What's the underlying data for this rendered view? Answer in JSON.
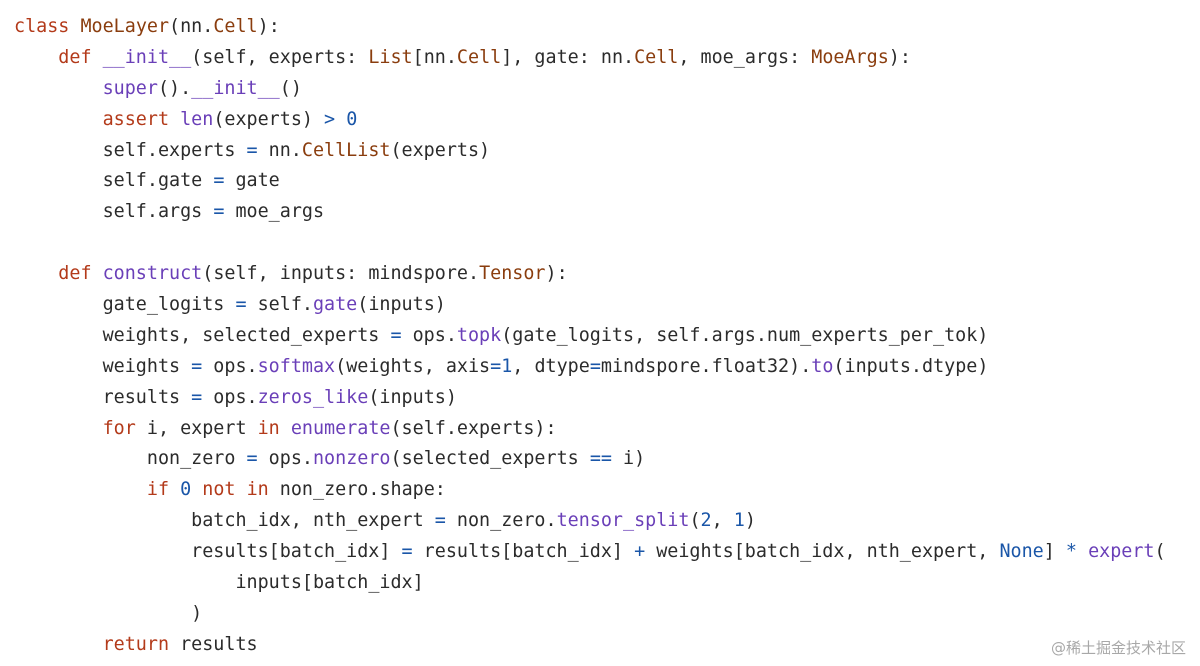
{
  "palette": {
    "default": "#2b2b2b",
    "keyword": "#b33a1a",
    "function": "#6a3fb8",
    "type": "#8a3d0e",
    "number": "#1a56a8",
    "operator": "#1a56a8"
  },
  "code": {
    "lines": [
      {
        "indent": 0,
        "tokens": [
          [
            "class",
            "keyword"
          ],
          [
            " ",
            ""
          ],
          [
            "MoeLayer",
            "type"
          ],
          [
            "(nn.",
            ""
          ],
          [
            "Cell",
            "type"
          ],
          [
            "):",
            ""
          ]
        ]
      },
      {
        "indent": 4,
        "tokens": [
          [
            "def",
            "keyword"
          ],
          [
            " ",
            ""
          ],
          [
            "__init__",
            "function"
          ],
          [
            "(self, experts: ",
            ""
          ],
          [
            "List",
            "type"
          ],
          [
            "[nn.",
            ""
          ],
          [
            "Cell",
            "type"
          ],
          [
            "], gate: nn.",
            ""
          ],
          [
            "Cell",
            "type"
          ],
          [
            ", moe_args: ",
            ""
          ],
          [
            "MoeArgs",
            "type"
          ],
          [
            "):",
            ""
          ]
        ]
      },
      {
        "indent": 8,
        "tokens": [
          [
            "super",
            "function"
          ],
          [
            "().",
            ""
          ],
          [
            "__init__",
            "function"
          ],
          [
            "()",
            ""
          ]
        ]
      },
      {
        "indent": 8,
        "tokens": [
          [
            "assert",
            "keyword"
          ],
          [
            " ",
            ""
          ],
          [
            "len",
            "function"
          ],
          [
            "(experts) ",
            ""
          ],
          [
            ">",
            "operator"
          ],
          [
            " ",
            ""
          ],
          [
            "0",
            "number"
          ]
        ]
      },
      {
        "indent": 8,
        "tokens": [
          [
            "self.experts ",
            ""
          ],
          [
            "=",
            "operator"
          ],
          [
            " nn.",
            ""
          ],
          [
            "CellList",
            "type"
          ],
          [
            "(experts)",
            ""
          ]
        ]
      },
      {
        "indent": 8,
        "tokens": [
          [
            "self.gate ",
            ""
          ],
          [
            "=",
            "operator"
          ],
          [
            " gate",
            ""
          ]
        ]
      },
      {
        "indent": 8,
        "tokens": [
          [
            "self.args ",
            ""
          ],
          [
            "=",
            "operator"
          ],
          [
            " moe_args",
            ""
          ]
        ]
      },
      {
        "indent": 0,
        "tokens": []
      },
      {
        "indent": 4,
        "tokens": [
          [
            "def",
            "keyword"
          ],
          [
            " ",
            ""
          ],
          [
            "construct",
            "function"
          ],
          [
            "(self, inputs: mindspore.",
            ""
          ],
          [
            "Tensor",
            "type"
          ],
          [
            "):",
            ""
          ]
        ]
      },
      {
        "indent": 8,
        "tokens": [
          [
            "gate_logits ",
            ""
          ],
          [
            "=",
            "operator"
          ],
          [
            " self.",
            ""
          ],
          [
            "gate",
            "function"
          ],
          [
            "(inputs)",
            ""
          ]
        ]
      },
      {
        "indent": 8,
        "tokens": [
          [
            "weights, selected_experts ",
            ""
          ],
          [
            "=",
            "operator"
          ],
          [
            " ops.",
            ""
          ],
          [
            "topk",
            "function"
          ],
          [
            "(gate_logits, self.args.num_experts_per_tok)",
            ""
          ]
        ]
      },
      {
        "indent": 8,
        "tokens": [
          [
            "weights ",
            ""
          ],
          [
            "=",
            "operator"
          ],
          [
            " ops.",
            ""
          ],
          [
            "softmax",
            "function"
          ],
          [
            "(weights, axis",
            ""
          ],
          [
            "=",
            "operator"
          ],
          [
            "1",
            "number"
          ],
          [
            ", dtype",
            ""
          ],
          [
            "=",
            "operator"
          ],
          [
            "mindspore.float32).",
            ""
          ],
          [
            "to",
            "function"
          ],
          [
            "(inputs.dtype)",
            ""
          ]
        ]
      },
      {
        "indent": 8,
        "tokens": [
          [
            "results ",
            ""
          ],
          [
            "=",
            "operator"
          ],
          [
            " ops.",
            ""
          ],
          [
            "zeros_like",
            "function"
          ],
          [
            "(inputs)",
            ""
          ]
        ]
      },
      {
        "indent": 8,
        "tokens": [
          [
            "for",
            "keyword"
          ],
          [
            " i, expert ",
            ""
          ],
          [
            "in",
            "keyword"
          ],
          [
            " ",
            ""
          ],
          [
            "enumerate",
            "function"
          ],
          [
            "(self.experts):",
            ""
          ]
        ]
      },
      {
        "indent": 12,
        "tokens": [
          [
            "non_zero ",
            ""
          ],
          [
            "=",
            "operator"
          ],
          [
            " ops.",
            ""
          ],
          [
            "nonzero",
            "function"
          ],
          [
            "(selected_experts ",
            ""
          ],
          [
            "==",
            "operator"
          ],
          [
            " i)",
            ""
          ]
        ]
      },
      {
        "indent": 12,
        "tokens": [
          [
            "if",
            "keyword"
          ],
          [
            " ",
            ""
          ],
          [
            "0",
            "number"
          ],
          [
            " ",
            ""
          ],
          [
            "not",
            "keyword"
          ],
          [
            " ",
            ""
          ],
          [
            "in",
            "keyword"
          ],
          [
            " non_zero.shape:",
            ""
          ]
        ]
      },
      {
        "indent": 16,
        "tokens": [
          [
            "batch_idx, nth_expert ",
            ""
          ],
          [
            "=",
            "operator"
          ],
          [
            " non_zero.",
            ""
          ],
          [
            "tensor_split",
            "function"
          ],
          [
            "(",
            ""
          ],
          [
            "2",
            "number"
          ],
          [
            ", ",
            ""
          ],
          [
            "1",
            "number"
          ],
          [
            ")",
            ""
          ]
        ]
      },
      {
        "indent": 16,
        "tokens": [
          [
            "results[batch_idx] ",
            ""
          ],
          [
            "=",
            "operator"
          ],
          [
            " results[batch_idx] ",
            ""
          ],
          [
            "+",
            "operator"
          ],
          [
            " weights[batch_idx, nth_expert, ",
            ""
          ],
          [
            "None",
            "number"
          ],
          [
            "] ",
            ""
          ],
          [
            "*",
            "operator"
          ],
          [
            " ",
            ""
          ],
          [
            "expert",
            "function"
          ],
          [
            "(",
            ""
          ]
        ]
      },
      {
        "indent": 20,
        "tokens": [
          [
            "inputs[batch_idx]",
            ""
          ]
        ]
      },
      {
        "indent": 16,
        "tokens": [
          [
            ")",
            ""
          ]
        ]
      },
      {
        "indent": 8,
        "tokens": [
          [
            "return",
            "keyword"
          ],
          [
            " results",
            ""
          ]
        ]
      }
    ]
  },
  "watermark": {
    "text": "@稀土掘金技术社区"
  }
}
